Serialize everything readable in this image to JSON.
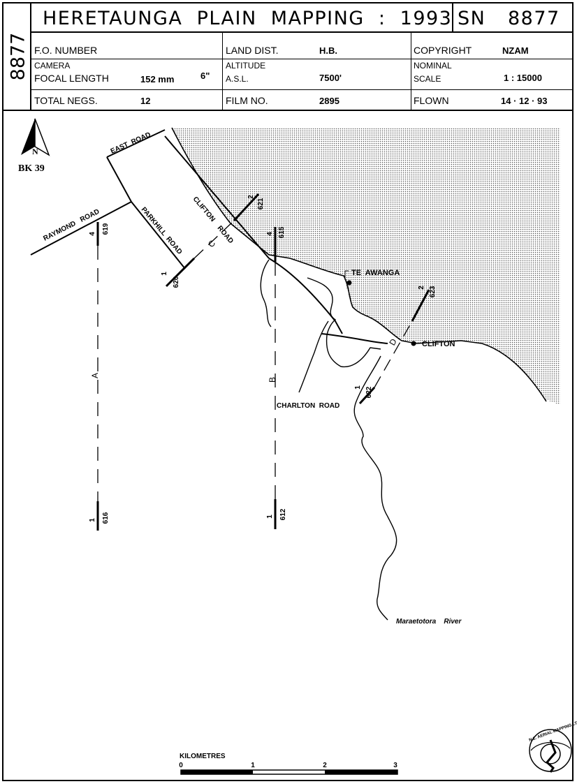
{
  "header": {
    "side_code": "8877",
    "title": "HERETAUNGA  PLAIN  MAPPING  :  1993",
    "sn_label": "SN",
    "sn_value": "8877",
    "fo_number_label": "F.O. NUMBER",
    "land_dist_label": "LAND DIST.",
    "land_dist_value": "H.B.",
    "copyright_label": "COPYRIGHT",
    "copyright_value": "NZAM",
    "camera_label": "CAMERA",
    "focal_length_label": "FOCAL LENGTH",
    "focal_mm": "152 mm",
    "focal_in": "6\"",
    "altitude_label": "ALTITUDE",
    "asl_label": "A.S.L.",
    "altitude_value": "7500'",
    "nominal_label": "NOMINAL",
    "scale_label": "SCALE",
    "scale_value": "1 : 15000",
    "total_negs_label": "TOTAL NEGS.",
    "total_negs_value": "12",
    "film_no_label": "FILM NO.",
    "film_no_value": "2895",
    "flown_label": "FLOWN",
    "flown_value": "14 · 12 · 93"
  },
  "map": {
    "north_label": "N",
    "sheet_ref": "BK 39",
    "roads": {
      "east_road": "EAST  ROAD",
      "raymond_road": "RAYMOND   ROAD",
      "parkhill_road": "PARKHILL  ROAD",
      "clifton_road": "CLIFTON    ROAD",
      "charlton_road": "CHARLTON  ROAD"
    },
    "places": {
      "te_awanga": "TE  AWANGA",
      "clifton": "CLIFTON"
    },
    "river": "Maraetotora    River",
    "flight_lines": {
      "a": {
        "label": "A",
        "start_run": "4",
        "start_frame": "619",
        "end_run": "1",
        "end_frame": "616"
      },
      "b": {
        "label": "B",
        "start_run": "4",
        "start_frame": "615",
        "end_run": "1",
        "end_frame": "612"
      },
      "c": {
        "label": "C",
        "start_run": "2",
        "start_frame": "621",
        "end_run": "1",
        "end_frame": "620"
      },
      "d": {
        "label": "D",
        "start_run": "2",
        "start_frame": "623",
        "end_run": "1",
        "end_frame": "622"
      }
    },
    "scale_bar": {
      "title": "KILOMETRES",
      "ticks": [
        "0",
        "1",
        "2",
        "3"
      ]
    },
    "logo_text": "N.Z. AERIAL MAPPING LTD"
  },
  "colors": {
    "ink": "#000000",
    "sea_dots": "#555555",
    "paper": "#ffffff"
  }
}
